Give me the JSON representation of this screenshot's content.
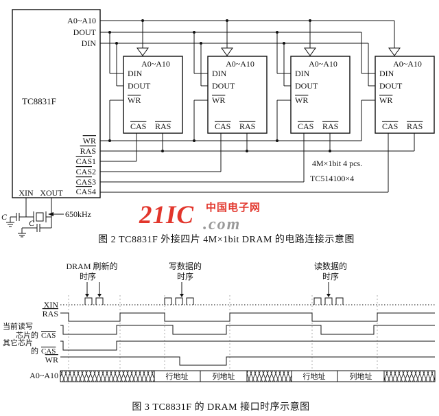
{
  "watermark": {
    "brand": "21IC",
    "site": "中国电子网",
    "domain": ".com"
  },
  "fig2": {
    "caption": "图 2  TC8831F 外接四片 4M×1bit  DRAM 的电路连接示意图",
    "controller": {
      "name": "TC8831F",
      "pin_addr": "A0~A10",
      "pin_dout": "DOUT",
      "pin_din": "DIN",
      "pin_wr": "WR",
      "pin_ras": "RAS",
      "cas": "CAS",
      "cas1": "1",
      "cas2": "2",
      "cas3": "3",
      "cas4": "4",
      "pin_xin": "XIN",
      "pin_xout": "XOUT"
    },
    "dram": {
      "addr": "A0~A10",
      "din": "DIN",
      "dout": "DOUT",
      "wr": "WR",
      "cas": "CAS",
      "ras": "RAS"
    },
    "note1": "4M×1bit  4 pcs.",
    "note2": "TC514100×4",
    "osc_freq": "650kHz",
    "cap_label": "C"
  },
  "fig3": {
    "caption": "图 3  TC8831F 的 DRAM 接口时序示意图",
    "ann_refresh_1": "DRAM 刷新的",
    "ann_refresh_2": "时序",
    "ann_write_1": "写数据的",
    "ann_write_2": "时序",
    "ann_read_1": "读数据的",
    "ann_read_2": "时序",
    "sig_xin": "XIN",
    "sig_ras": "RAS",
    "sig_cur_1": "当前读写",
    "sig_cur_2a": "芯片的",
    "sig_cas": "CAS",
    "sig_oth_1": "其它芯片",
    "sig_oth_2a": "的",
    "sig_wr": "WR",
    "sig_addr": "A0~A10",
    "bus_labels": [
      "行地址",
      "列地址",
      "行地址",
      "列地址"
    ]
  }
}
